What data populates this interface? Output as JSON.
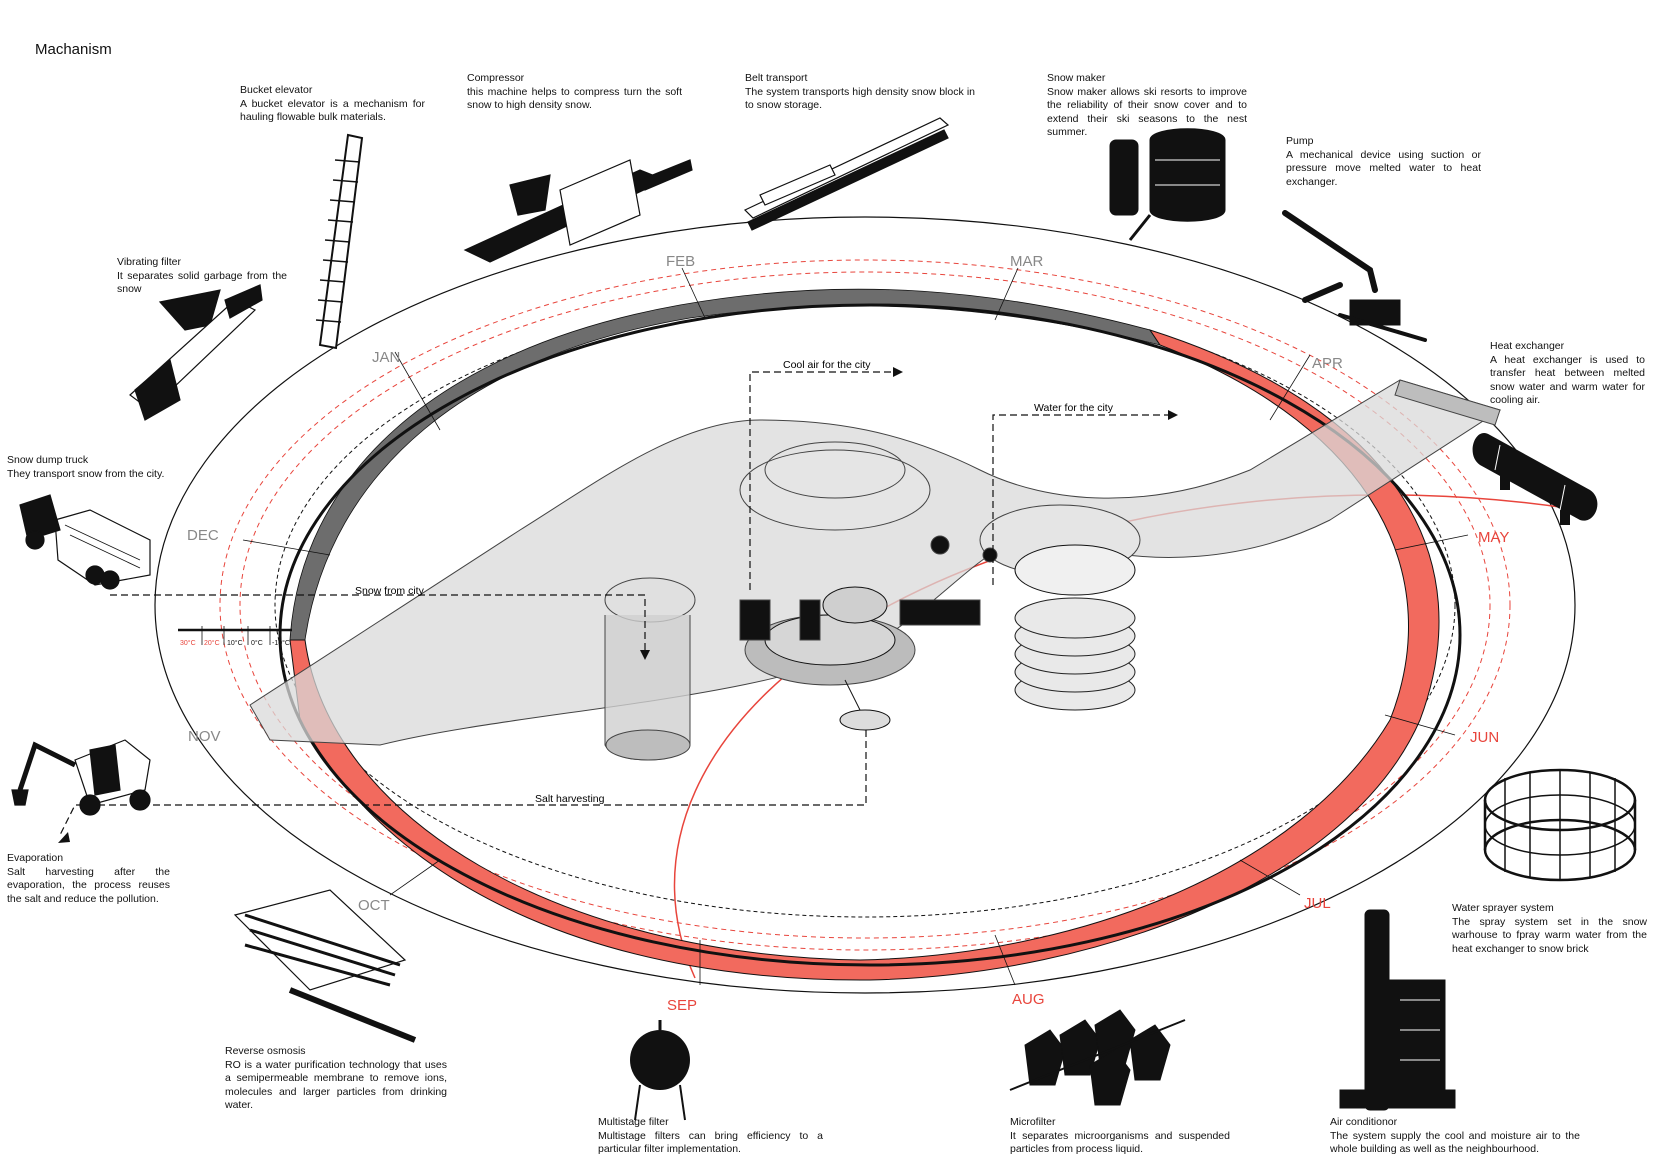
{
  "title": "Machanism",
  "months": [
    {
      "label": "JAN",
      "color": "#888888"
    },
    {
      "label": "FEB",
      "color": "#888888"
    },
    {
      "label": "MAR",
      "color": "#888888"
    },
    {
      "label": "APR",
      "color": "#888888"
    },
    {
      "label": "MAY",
      "color": "#e8453c"
    },
    {
      "label": "JUN",
      "color": "#e8453c"
    },
    {
      "label": "JUL",
      "color": "#e8453c"
    },
    {
      "label": "AUG",
      "color": "#e8453c"
    },
    {
      "label": "SEP",
      "color": "#e8453c"
    },
    {
      "label": "OCT",
      "color": "#888888"
    },
    {
      "label": "NOV",
      "color": "#888888"
    },
    {
      "label": "DEC",
      "color": "#888888"
    }
  ],
  "flows": {
    "cool_air": "Cool air for the city",
    "water": "Water for the city",
    "snow": "Snow from city",
    "salt": "Salt harvesting"
  },
  "temperature_scale": {
    "red_labels": [
      "30°C",
      "20°C"
    ],
    "black_labels": [
      "10°C",
      "0°C",
      "-10°C"
    ]
  },
  "components": {
    "bucket_elevator": {
      "name": "Bucket elevator",
      "text": "A bucket elevator is a mechanism for hauling flowable bulk materials."
    },
    "compressor": {
      "name": "Compressor",
      "text": "this machine helps to compress turn the soft snow to high density snow."
    },
    "belt_transport": {
      "name": "Belt transport",
      "text": "The system transports high density snow block in to snow storage."
    },
    "snow_maker": {
      "name": "Snow maker",
      "text": "Snow maker allows ski resorts to improve the reliability of their snow cover and to extend their ski seasons to the nest summer."
    },
    "pump": {
      "name": "Pump",
      "text": "A mechanical device using suction or pressure move melted water to heat exchanger."
    },
    "heat_exchanger": {
      "name": "Heat exchanger",
      "text": "A heat exchanger is used to transfer heat between melted snow water and warm water for cooling air."
    },
    "vibrating_filter": {
      "name": "Vibrating filter",
      "text": "It separates solid garbage from the snow"
    },
    "snow_dump_truck": {
      "name": "Snow dump truck",
      "text": "They transport snow from the city."
    },
    "evaporation": {
      "name": "Evaporation",
      "text": "Salt harvesting after the evaporation, the process reuses the salt and reduce the pollution."
    },
    "reverse_osmosis": {
      "name": "Reverse osmosis",
      "text": "RO is a water purification technology that uses a semipermeable membrane to remove ions, molecules and larger particles from drinking water."
    },
    "multistage_filter": {
      "name": "Multistage filter",
      "text": "Multistage filters can bring efficiency to a particular filter implementation."
    },
    "microfilter": {
      "name": "Microfilter",
      "text": "It separates microorganisms and suspended particles from process liquid."
    },
    "air_conditioner": {
      "name": "Air conditionor",
      "text": "The system supply the cool and moisture air to the whole building as well as the neighbourhood."
    },
    "water_sprayer": {
      "name": "Water sprayer system",
      "text": "The spray system set in the snow warhouse to fpray warm water from the heat exchanger to snow brick"
    }
  },
  "colors": {
    "accent": "#f26a5e",
    "accent_line": "#e8453c",
    "ink": "#111111",
    "grey": "#888888"
  }
}
